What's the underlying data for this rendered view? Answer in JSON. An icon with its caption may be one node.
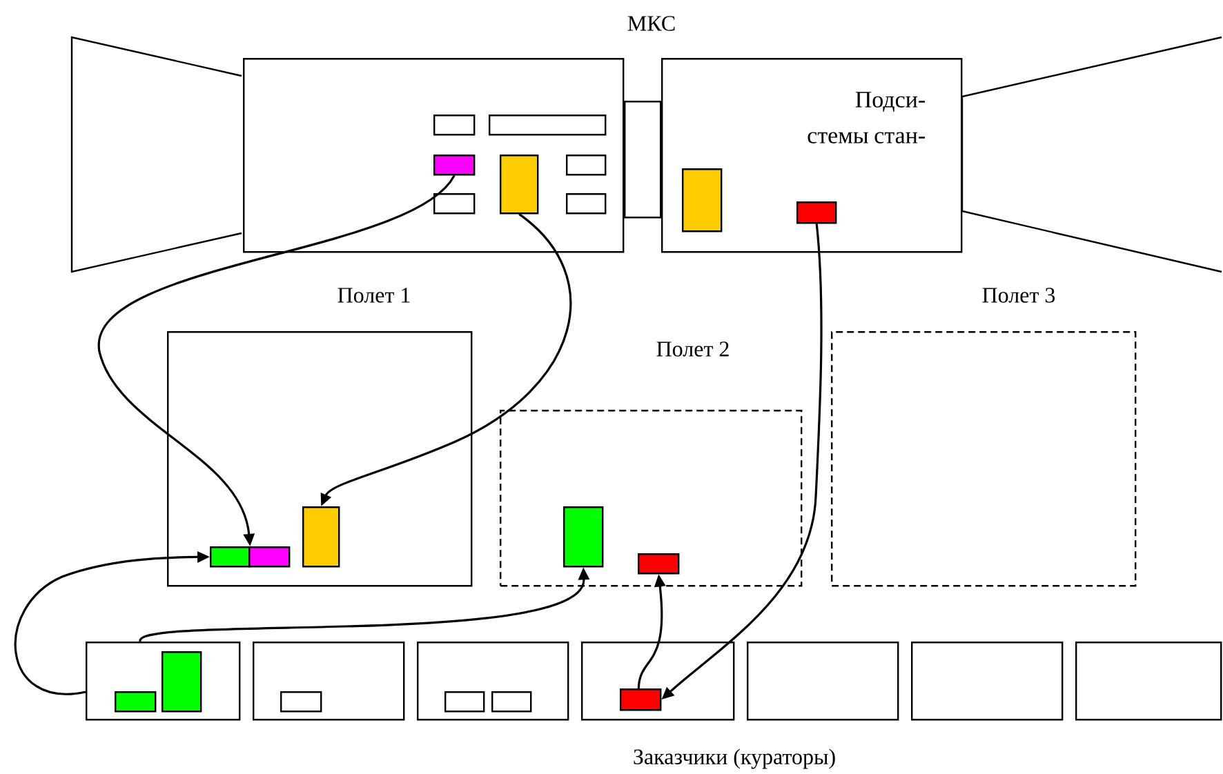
{
  "diagram": {
    "title": "МКС",
    "nodes": [
      {
        "text": [],
        "shape": "box"
      },
      {
        "text": [],
        "shape": "box",
        "in": 0
      },
      {
        "text": [],
        "shape": "box",
        "in": 0
      },
      {
        "text": [],
        "shape": "box",
        "in": 0
      },
      {
        "text": [],
        "shape": "box",
        "in": 0
      },
      {
        "text": [],
        "shape": "box",
        "in": 0
      },
      {
        "text": [],
        "shape": "box",
        "in": 0
      },
      {
        "text": [],
        "shape": "box",
        "in": 0
      },
      {
        "text": [],
        "shape": "box"
      },
      {
        "text": [
          "Подси- стемы стан-"
        ]
      },
      {
        "text": [],
        "shape": "box",
        "in": 9
      },
      {
        "text": [],
        "shape": "box",
        "in": 9
      },
      {
        "text": [
          "Полет 1"
        ]
      },
      {
        "text": [],
        "shape": "box",
        "in": 12
      },
      {
        "text": [],
        "shape": "box",
        "in": 12
      },
      {
        "text": [],
        "shape": "box",
        "in": 12
      },
      {
        "text": [
          "Полет 2"
        ]
      },
      {
        "text": [],
        "shape": "box",
        "in": 16
      },
      {
        "text": [],
        "shape": "box",
        "in": 16
      },
      {
        "text": [
          "Полет 3"
        ]
      },
      {
        "text": [],
        "shape": "box"
      },
      {
        "text": [],
        "shape": "box",
        "in": 20
      },
      {
        "text": [],
        "shape": "box",
        "in": 20
      },
      {
        "text": [],
        "shape": "box"
      },
      {
        "text": [],
        "shape": "box",
        "in": 23
      },
      {
        "text": [],
        "shape": "box"
      },
      {
        "text": [],
        "shape": "box",
        "in": 25
      },
      {
        "text": [],
        "shape": "box",
        "in": 25
      },
      {
        "text": [],
        "shape": "box"
      },
      {
        "text": [],
        "shape": "box",
        "in": 28
      },
      {
        "text": [],
        "shape": "box"
      },
      {
        "text": [],
        "shape": "box"
      },
      {
        "text": [],
        "shape": "box"
      },
      {
        "text": [],
        "shape": "trapezoid"
      },
      {
        "text": [],
        "shape": "trapezoid"
      }
    ],
    "edges": [
      {
        "from": 3,
        "to": 13,
        "arrow": "to"
      },
      {
        "from": 4,
        "to": 15,
        "arrow": "to"
      },
      {
        "from": 11,
        "to": 29,
        "arrow": "to"
      },
      {
        "from": 20,
        "to": 13,
        "arrow": "to"
      },
      {
        "from": 20,
        "to": 17,
        "arrow": "to"
      },
      {
        "from": 29,
        "to": 18,
        "arrow": "to"
      }
    ],
    "labels": [
      "Заказчики (кураторы)"
    ]
  }
}
